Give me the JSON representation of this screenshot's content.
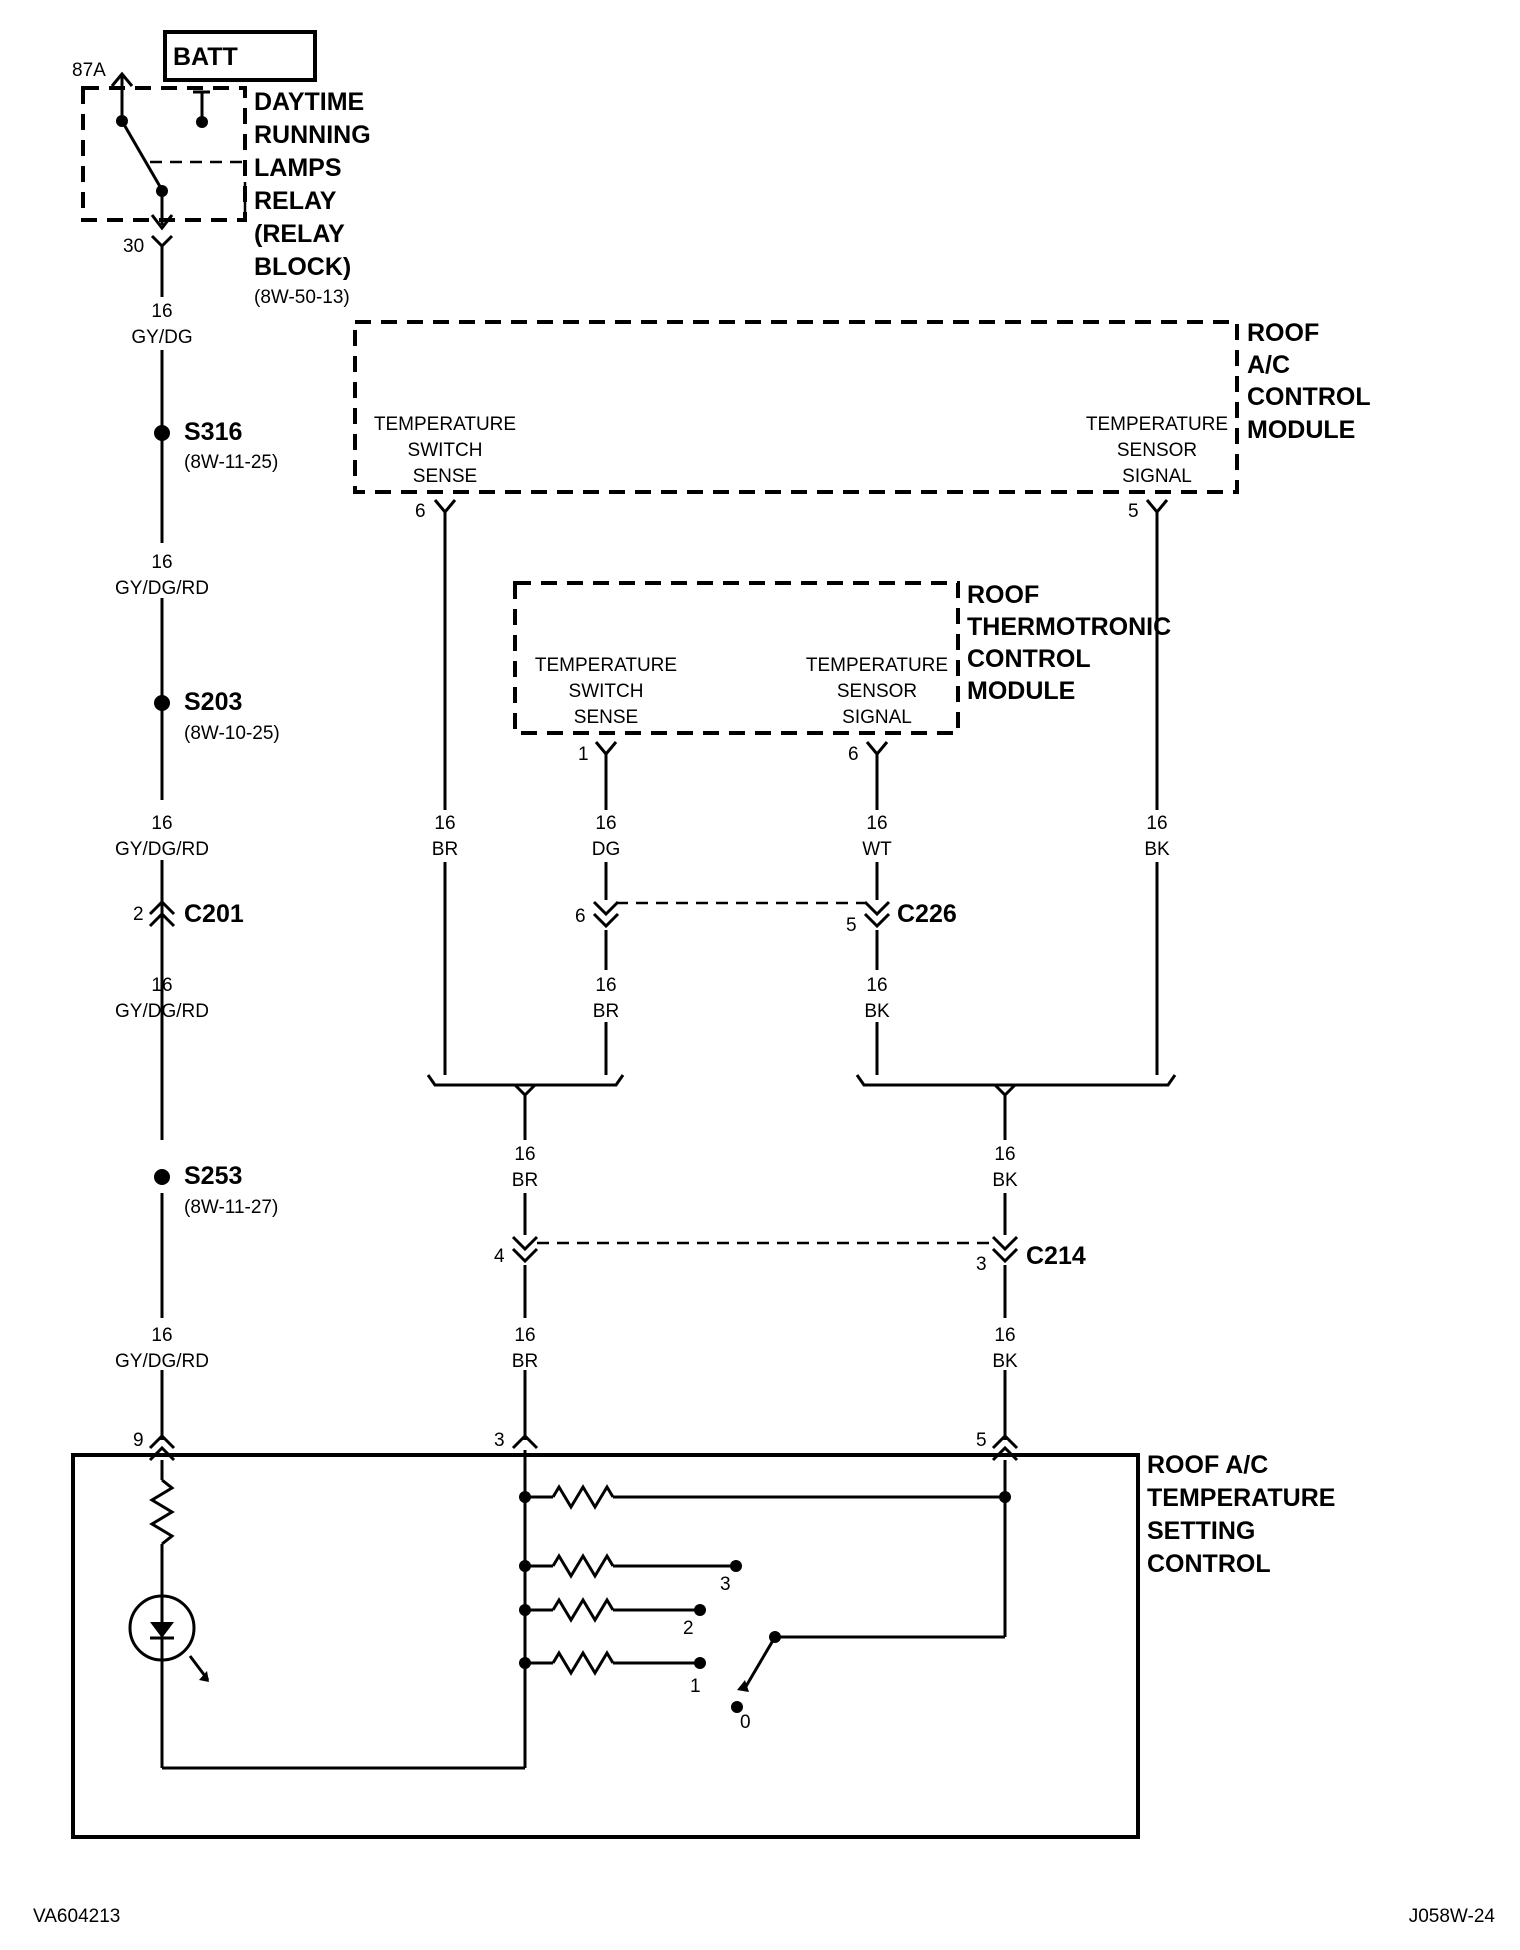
{
  "batt": "BATT",
  "drl_relay": {
    "title_lines": [
      "DAYTIME",
      "RUNNING",
      "LAMPS",
      "RELAY",
      "(RELAY",
      "BLOCK)"
    ],
    "ref": "(8W-50-13)",
    "pin_top": "87A",
    "pin_bottom": "30"
  },
  "roof_ac_module": {
    "title_lines": [
      "ROOF",
      "A/C",
      "CONTROL",
      "MODULE"
    ],
    "left_label_lines": [
      "TEMPERATURE",
      "SWITCH",
      "SENSE"
    ],
    "right_label_lines": [
      "TEMPERATURE",
      "SENSOR",
      "SIGNAL"
    ],
    "pin_left": "6",
    "pin_right": "5"
  },
  "thermotronic": {
    "title_lines": [
      "ROOF",
      "THERMOTRONIC",
      "CONTROL",
      "MODULE"
    ],
    "left_label_lines": [
      "TEMPERATURE",
      "SWITCH",
      "SENSE"
    ],
    "right_label_lines": [
      "TEMPERATURE",
      "SENSOR",
      "SIGNAL"
    ],
    "pin_left": "1",
    "pin_right": "6"
  },
  "setting_control": {
    "title_lines": [
      "ROOF A/C",
      "TEMPERATURE",
      "SETTING",
      "CONTROL"
    ],
    "pin_left": "9",
    "pin_mid": "3",
    "pin_right": "5",
    "positions": [
      "3",
      "2",
      "1",
      "0"
    ]
  },
  "left_wire": {
    "w1": [
      "16",
      "GY/DG"
    ],
    "s316": "S316",
    "s316_ref": "(8W-11-25)",
    "w2": [
      "16",
      "GY/DG/RD"
    ],
    "s203": "S203",
    "s203_ref": "(8W-10-25)",
    "w3": [
      "16",
      "GY/DG/RD"
    ],
    "c201": "C201",
    "c201_pin": "2",
    "w4": [
      "16",
      "GY/DG/RD"
    ],
    "s253": "S253",
    "s253_ref": "(8W-11-27)",
    "w5": [
      "16",
      "GY/DG/RD"
    ]
  },
  "wires": {
    "ac_left": [
      "16",
      "BR"
    ],
    "tt_left_top": [
      "16",
      "DG"
    ],
    "tt_left_bottom": [
      "16",
      "BR"
    ],
    "tt_right_top": [
      "16",
      "WT"
    ],
    "tt_right_bottom": [
      "16",
      "BK"
    ],
    "ac_right": [
      "16",
      "BK"
    ],
    "br_mid_top": [
      "16",
      "BR"
    ],
    "br_mid_bottom": [
      "16",
      "BR"
    ],
    "bk_mid_top": [
      "16",
      "BK"
    ],
    "bk_mid_bottom": [
      "16",
      "BK"
    ]
  },
  "c226": {
    "name": "C226",
    "pin_left": "6",
    "pin_right": "5"
  },
  "c214": {
    "name": "C214",
    "pin_left": "4",
    "pin_right": "3"
  },
  "footer": {
    "left": "VA604213",
    "right": "J058W-24"
  }
}
